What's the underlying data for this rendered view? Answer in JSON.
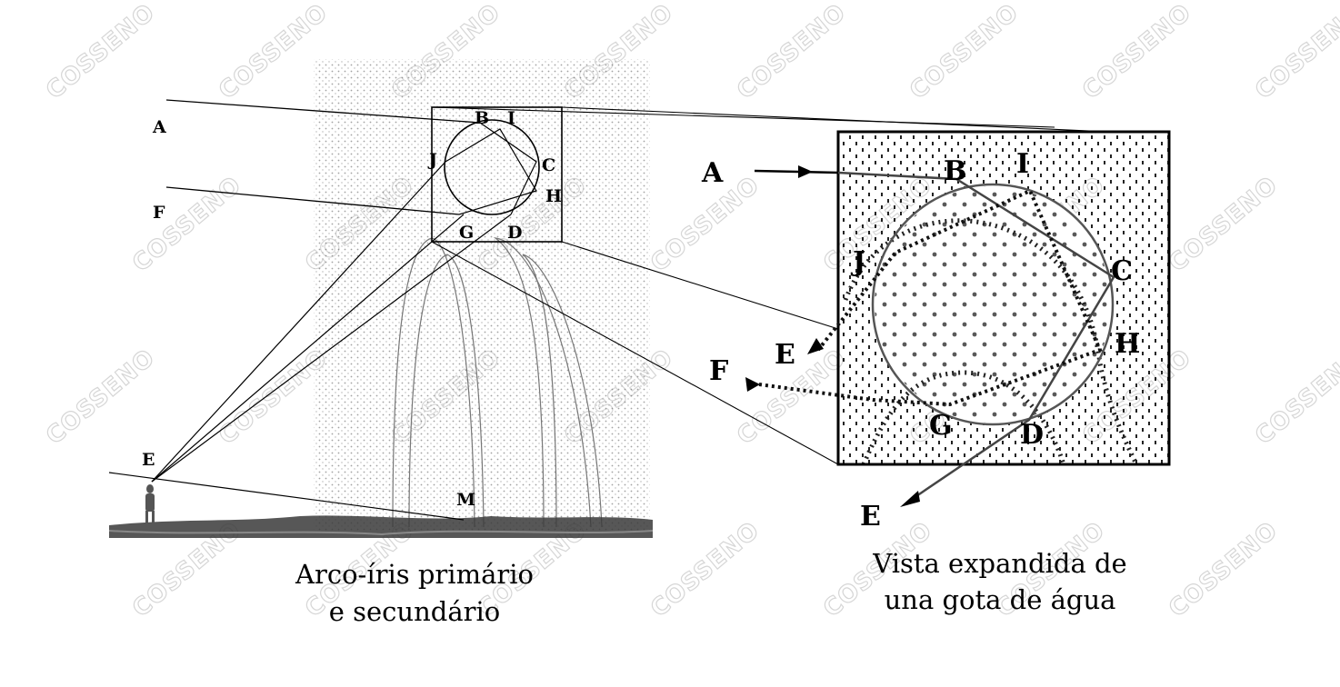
{
  "watermark": {
    "text": "COSSENO"
  },
  "left_diagram": {
    "labels": {
      "A": "A",
      "F": "F",
      "B": "B",
      "I": "I",
      "J": "J",
      "C": "C",
      "H": "H",
      "G": "G",
      "D": "D",
      "E": "E",
      "M": "M"
    },
    "caption_line1": "Arco-íris primário",
    "caption_line2": "e secundário"
  },
  "right_diagram": {
    "labels": {
      "A": "A",
      "B": "B",
      "I": "I",
      "J": "J",
      "C": "C",
      "H": "H",
      "E_upper": "E",
      "F": "F",
      "G": "G",
      "D": "D",
      "E_lower": "E"
    },
    "caption_line1": "Vista expandida de",
    "caption_line2": "una gota de água"
  }
}
